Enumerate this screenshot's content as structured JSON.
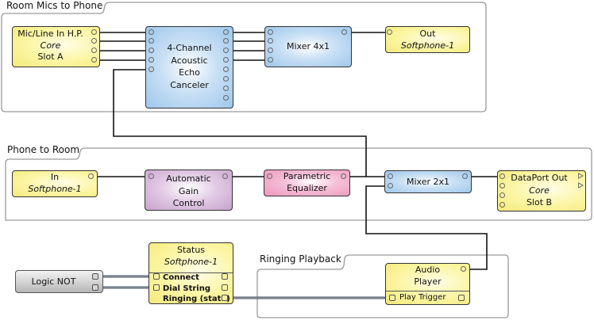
{
  "groups": {
    "room_mics_to_phone": "Room Mics to Phone",
    "phone_to_room": "Phone to Room",
    "ringing_playback": "Ringing Playback"
  },
  "blocks": {
    "mic_line_in": {
      "line1": "Mic/Line In H.P.",
      "line2": "Core",
      "line3": "Slot A"
    },
    "aec": {
      "line1": "4-Channel",
      "line2": "Acoustic",
      "line3": "Echo",
      "line4": "Canceler"
    },
    "mixer_4x1": {
      "label": "Mixer 4x1"
    },
    "out_softphone": {
      "line1": "Out",
      "line2": "Softphone-1"
    },
    "in_softphone": {
      "line1": "In",
      "line2": "Softphone-1"
    },
    "agc": {
      "line1": "Automatic",
      "line2": "Gain",
      "line3": "Control"
    },
    "peq": {
      "line1": "Parametric",
      "line2": "Equalizer"
    },
    "mixer_2x1": {
      "label": "Mixer 2x1"
    },
    "dataport_out": {
      "line1": "DataPort Out",
      "line2": "Core",
      "line3": "Slot B"
    },
    "logic_not": {
      "label": "Logic NOT"
    },
    "status": {
      "line1": "Status",
      "line2": "Softphone-1",
      "controls": [
        "Connect",
        "Dial String",
        "Ringing (state)"
      ]
    },
    "audio_player": {
      "line1": "Audio",
      "line2": "Player",
      "controls": [
        "Play Trigger"
      ]
    }
  },
  "colors": {
    "audio_block": "#fbf5a1",
    "processing_blue": "#9ec7ea",
    "agc_purple": "#c7a3cb",
    "eq_pink": "#ee96bd",
    "logic_gray": "#cfcfcf",
    "audio_wire": "#111111",
    "control_wire": "#4a5563",
    "group_border": "#9a9a9a"
  }
}
